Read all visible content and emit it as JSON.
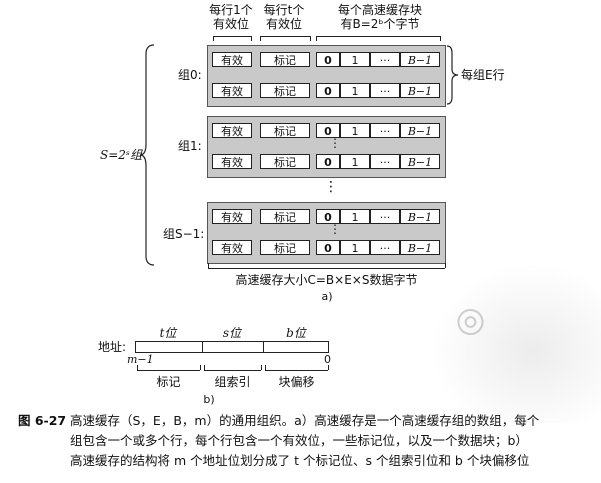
{
  "header": {
    "valid_per_line": "每行1个\n有效位",
    "tag_per_line": "每行t个\n有效位",
    "block_per_line": "每个高速缓存块\n有B=2ᵇ个字节"
  },
  "sets_label": "S=2ˢ组",
  "lines_per_set": "每组E行",
  "set_labels": [
    "组0:",
    "组1:",
    "组S−1:"
  ],
  "cell_labels": {
    "valid": "有效",
    "tag": "标记",
    "byte0": "0",
    "byte1": "1",
    "dots": "···",
    "last": "B−1"
  },
  "vertical_dots": "⋮",
  "cache_size": "高速缓存大小C=B×E×S数据字节",
  "part_a": "a)",
  "address": {
    "label": "地址:",
    "fields_top": [
      "t位",
      "s位",
      "b位"
    ],
    "fields_bottom": [
      "标记",
      "组索引",
      "块偏移"
    ],
    "msb": "m−1",
    "lsb": "0"
  },
  "part_b": "b)",
  "caption": {
    "number": "图 6-27",
    "line1": "高速缓存（S，E，B，m）的通用组织。a）高速缓存是一个高速缓存组的数组，每个",
    "line2": "组包含一个或多个行，每个行包含一个有效位，一些标记位，以及一个数据块；b）",
    "line3": "高速缓存的结构将 m 个地址位划分成了 t 个标记位、s 个组索引位和 b 个块偏移位"
  }
}
